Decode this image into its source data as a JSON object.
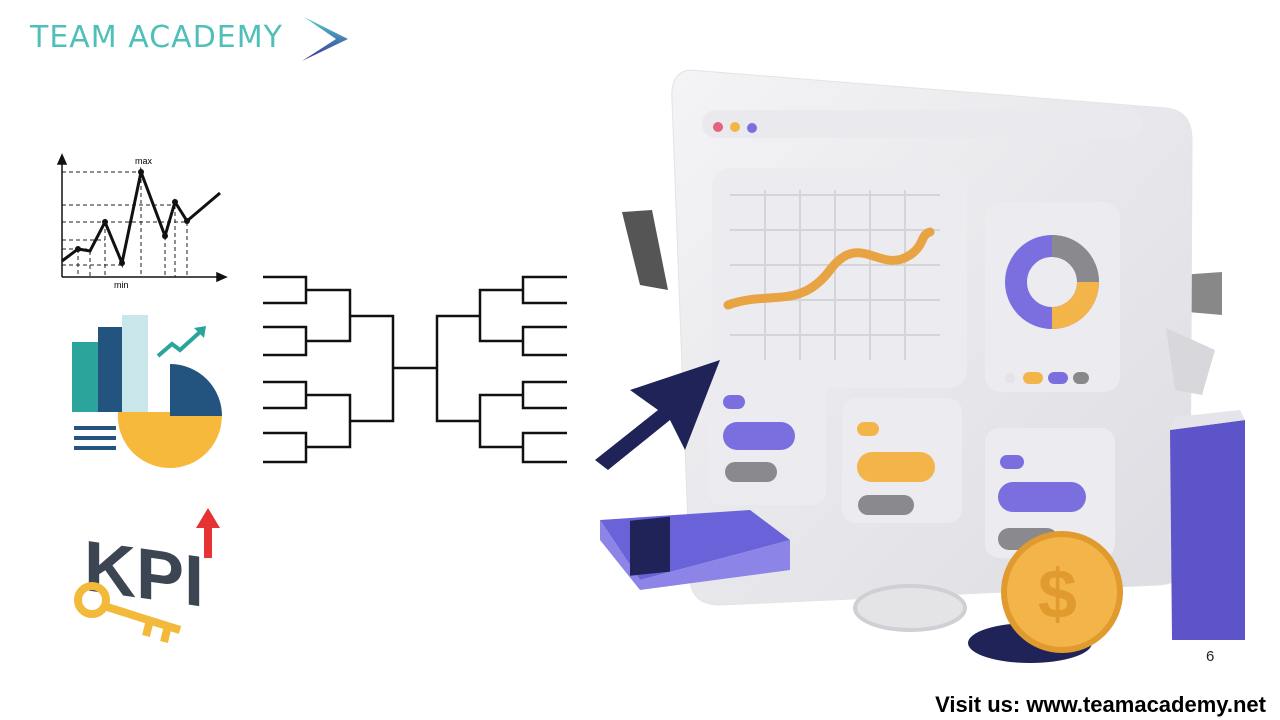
{
  "brand": {
    "name": "TEAM ACADEMY",
    "color": "#4fbfb8",
    "accent": "#3a3a9a"
  },
  "line_chart_icon": {
    "max_label": "max",
    "min_label": "min"
  },
  "kpi_icon": {
    "label": "KPI"
  },
  "page_number": "6",
  "footer": {
    "text": "Visit us: www.teamacademy.net"
  },
  "colors": {
    "purple": "#7b6fe0",
    "gold": "#f3b54a",
    "navy": "#1f2357",
    "teal": "#2ba59b",
    "blue": "#23547f"
  }
}
